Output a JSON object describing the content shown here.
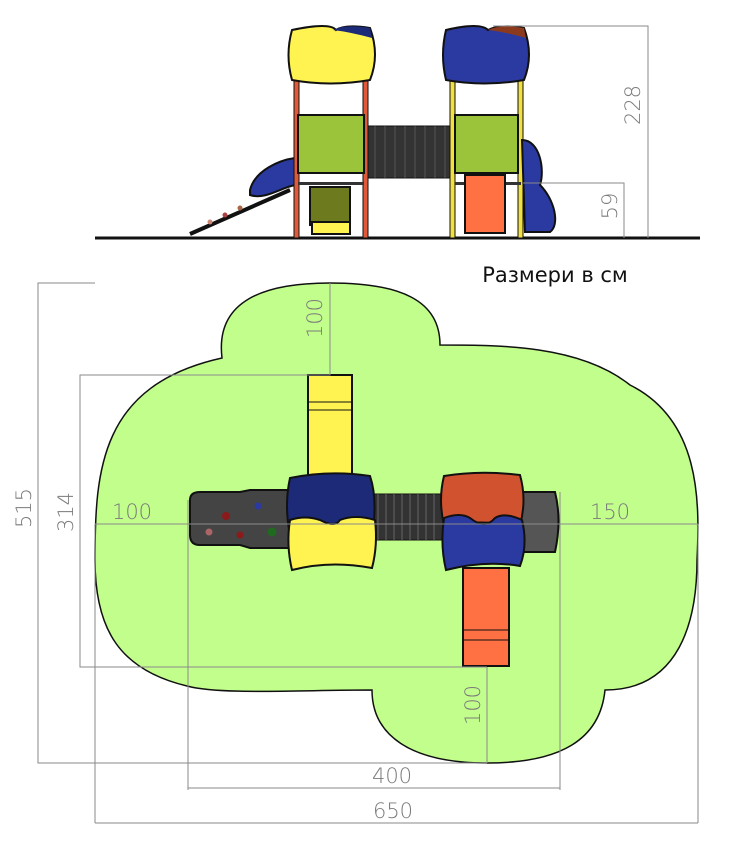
{
  "caption": "Размери в см",
  "elevation": {
    "height_total": "228",
    "platform_height": "59"
  },
  "plan": {
    "overall_depth": "515",
    "structure_depth": "314",
    "clearance_top": "100",
    "clearance_left": "100",
    "clearance_right": "150",
    "clearance_bottom": "100",
    "structure_width": "400",
    "overall_width": "650"
  },
  "colors": {
    "safety_zone": "#c2fe8c",
    "yellow": "#fef351",
    "blue": "#2a3aa0",
    "navy": "#1c2a78",
    "red": "#d0522e",
    "orange": "#ff7043",
    "panel_green": "#9cc43a",
    "dark_gray": "#444444"
  }
}
